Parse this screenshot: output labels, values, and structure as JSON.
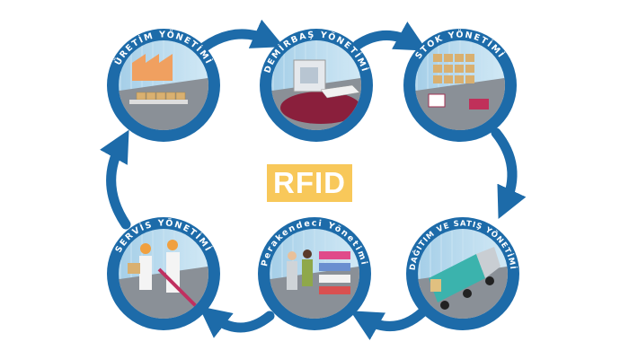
{
  "center_label": "RFID",
  "colors": {
    "ring": "#1d6ba9",
    "arrow": "#1d6ba9",
    "badge": "#f8c85a",
    "sky": "#b9dcef",
    "floor": "#8a9097"
  },
  "nodes": [
    {
      "label": "ÜRETİM YÖNETİMİ",
      "icon": "factory-icon"
    },
    {
      "label": "DEMİRBAŞ YÖNETİMİ",
      "icon": "computer-icon"
    },
    {
      "label": "STOK YÖNETİMİ",
      "icon": "warehouse-shelves-icon"
    },
    {
      "label": "DAĞITIM VE SATIŞ YÖNETİMİ",
      "icon": "truck-icon"
    },
    {
      "label": "Perakendeci Yönetimi",
      "icon": "retail-shelf-icon"
    },
    {
      "label": "SERVİS YÖNETİMİ",
      "icon": "service-workers-icon"
    }
  ],
  "flow": "clockwise"
}
